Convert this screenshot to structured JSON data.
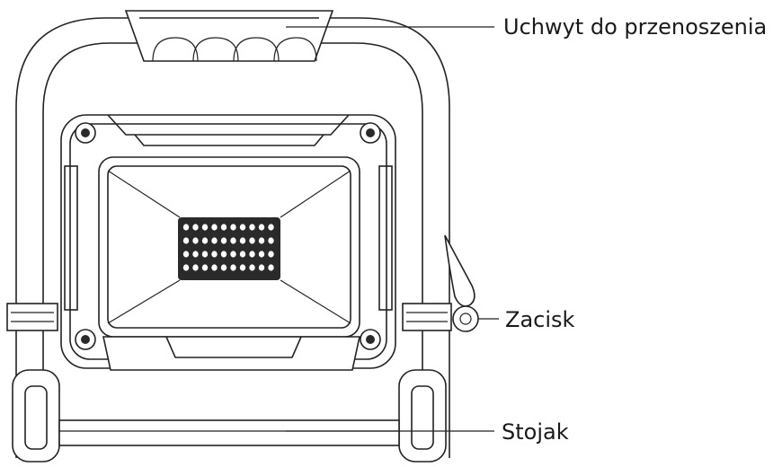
{
  "labels": {
    "handle": "Uchwyt do przenoszenia",
    "clamp": "Zacisk",
    "stand": "Stojak"
  },
  "colors": {
    "line": "#222222",
    "background": "#ffffff",
    "led_panel": "#2a2a2a"
  }
}
